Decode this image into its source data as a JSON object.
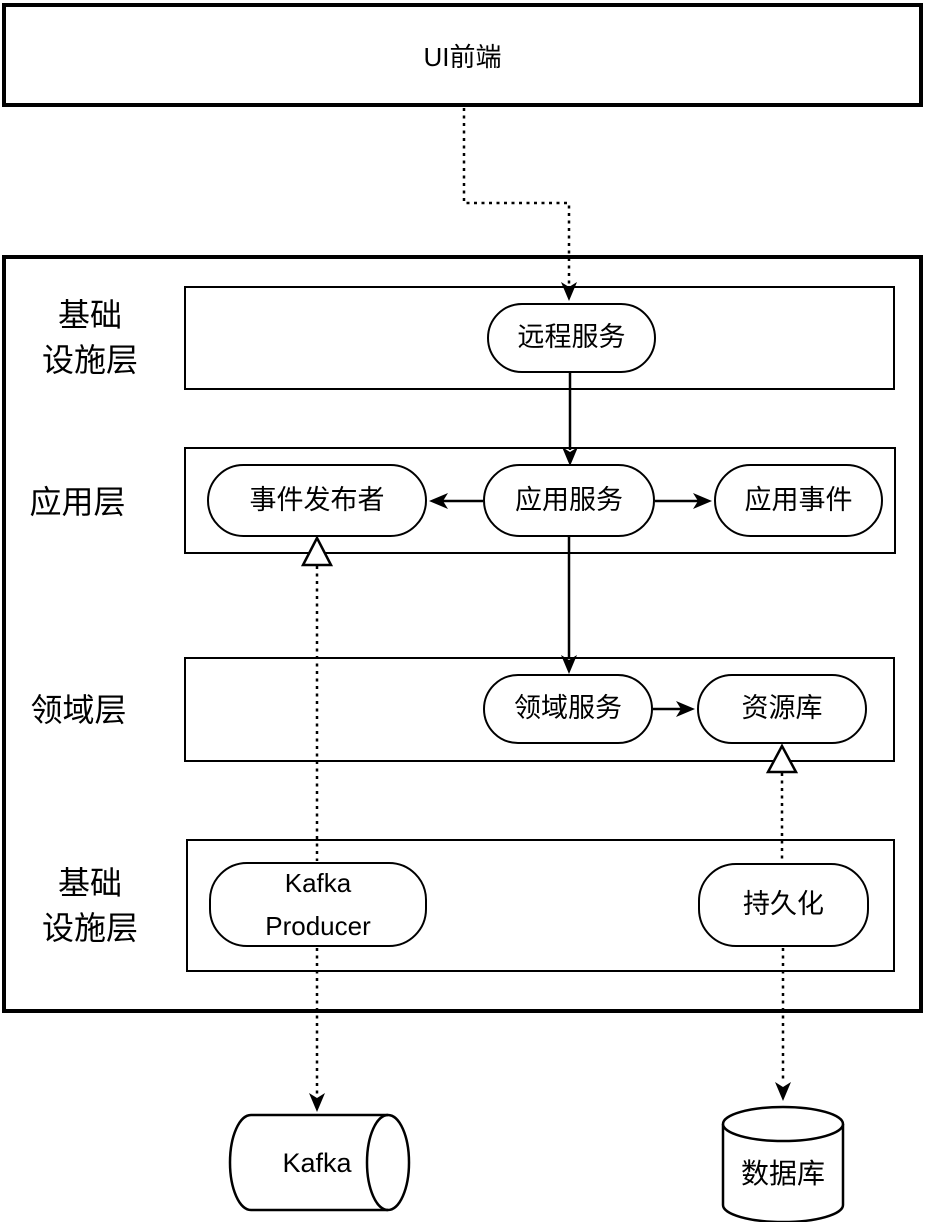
{
  "colors": {
    "stroke": "#000000",
    "background": "#ffffff"
  },
  "frontend": {
    "label": "UI前端"
  },
  "layers": [
    {
      "id": "infrastructure-top",
      "label": "基础\n设施层",
      "nodes": [
        {
          "id": "remote-service",
          "label": "远程服务"
        }
      ]
    },
    {
      "id": "application",
      "label": "应用层",
      "nodes": [
        {
          "id": "event-publisher",
          "label": "事件发布者"
        },
        {
          "id": "application-service",
          "label": "应用服务"
        },
        {
          "id": "application-event",
          "label": "应用事件"
        }
      ]
    },
    {
      "id": "domain",
      "label": "领域层",
      "nodes": [
        {
          "id": "domain-service",
          "label": "领域服务"
        },
        {
          "id": "repository",
          "label": "资源库"
        }
      ]
    },
    {
      "id": "infrastructure-bottom",
      "label": "基础\n设施层",
      "nodes": [
        {
          "id": "kafka-producer",
          "label": "Kafka\nProducer"
        },
        {
          "id": "persistence",
          "label": "持久化"
        }
      ]
    }
  ],
  "external": [
    {
      "id": "kafka",
      "label": "Kafka",
      "shape": "horizontal-cylinder"
    },
    {
      "id": "database",
      "label": "数据库",
      "shape": "vertical-cylinder"
    }
  ],
  "edges": [
    {
      "from": "ui-frontend",
      "to": "remote-service",
      "style": "dashed",
      "arrow": "filled"
    },
    {
      "from": "remote-service",
      "to": "application-service",
      "style": "solid",
      "arrow": "filled"
    },
    {
      "from": "application-service",
      "to": "event-publisher",
      "style": "solid",
      "arrow": "filled"
    },
    {
      "from": "application-service",
      "to": "application-event",
      "style": "solid",
      "arrow": "filled"
    },
    {
      "from": "application-service",
      "to": "domain-service",
      "style": "solid",
      "arrow": "filled"
    },
    {
      "from": "domain-service",
      "to": "repository",
      "style": "solid",
      "arrow": "filled"
    },
    {
      "from": "kafka-producer",
      "to": "event-publisher",
      "style": "dashed",
      "arrow": "hollow-triangle"
    },
    {
      "from": "persistence",
      "to": "repository",
      "style": "dashed",
      "arrow": "hollow-triangle"
    },
    {
      "from": "kafka-producer",
      "to": "kafka",
      "style": "dashed",
      "arrow": "filled"
    },
    {
      "from": "persistence",
      "to": "database",
      "style": "dashed",
      "arrow": "filled"
    }
  ]
}
